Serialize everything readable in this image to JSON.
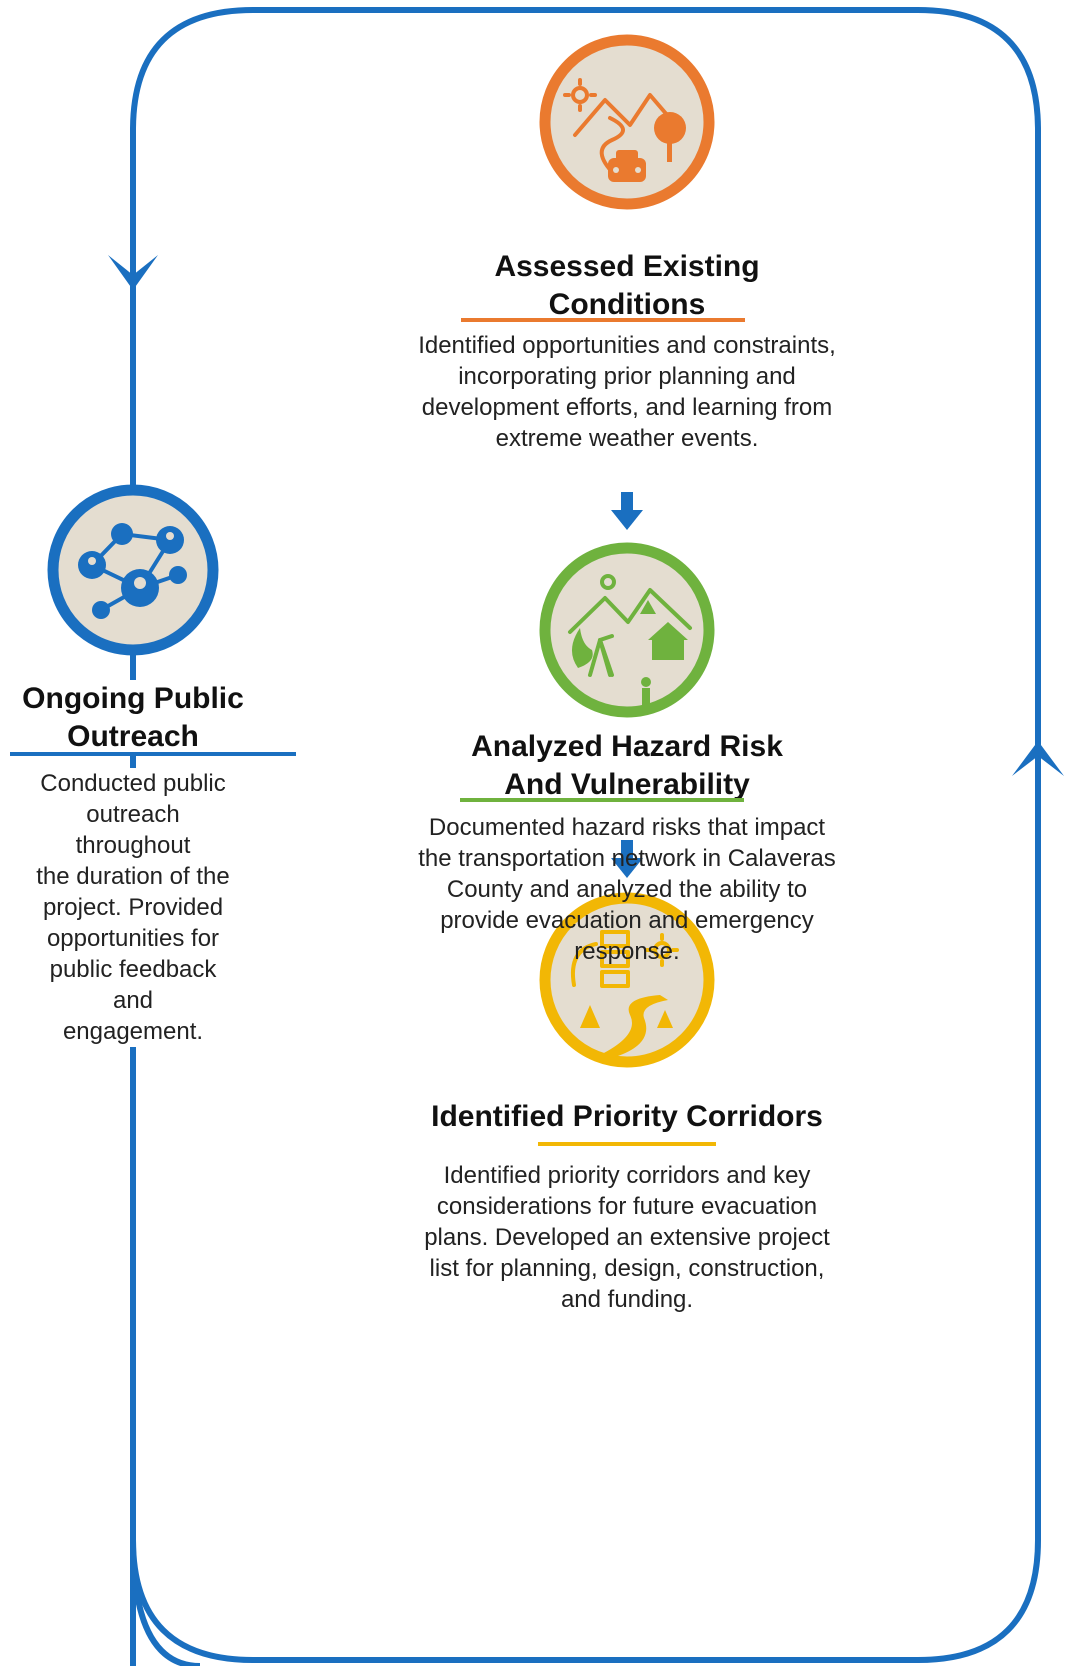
{
  "colors": {
    "loop": "#1a6fc0",
    "outreach": "#1a6fc0",
    "existing": "#ea7a2f",
    "hazard": "#6fb23e",
    "corridors": "#f2b705",
    "badge_fill": "#e4ddd0"
  },
  "steps": [
    {
      "id": "existing-conditions",
      "icon": "mountain-road-car-icon",
      "title_lines": [
        "Assessed Existing",
        "Conditions"
      ],
      "desc_lines": [
        "Identified opportunities and constraints,",
        "incorporating prior planning and",
        "development efforts, and learning from",
        "extreme weather events."
      ]
    },
    {
      "id": "hazard-risk",
      "icon": "hazard-landscape-icon",
      "title_lines": [
        "Analyzed Hazard Risk",
        "And Vulnerability"
      ],
      "desc_lines": [
        "Documented hazard risks that impact",
        "the transportation network in Calaveras",
        "County and analyzed the ability to",
        "provide evacuation and emergency",
        "response."
      ]
    },
    {
      "id": "priority-corridors",
      "icon": "priority-corridor-icon",
      "title_lines": [
        "Identified Priority Corridors"
      ],
      "desc_lines": [
        "Identified priority corridors and key",
        "considerations for future evacuation",
        "plans. Developed an extensive project",
        "list for planning, design, construction,",
        "and funding."
      ]
    }
  ],
  "outreach": {
    "icon": "people-network-icon",
    "title_lines": [
      "Ongoing Public",
      "Outreach"
    ],
    "desc_lines": [
      "Conducted public",
      "outreach throughout",
      "the duration of the",
      "project. Provided",
      "opportunities for",
      "public feedback and",
      "engagement."
    ]
  }
}
